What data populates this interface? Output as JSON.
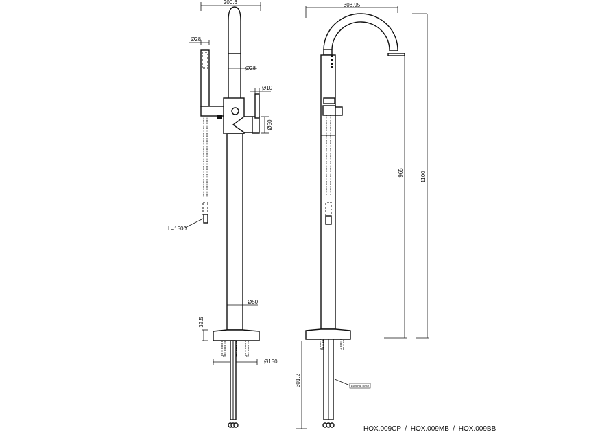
{
  "drawing": {
    "left_view": {
      "width_dim": "200.6",
      "handshower_dia": "Ø28",
      "spout_dia": "Ø28",
      "lever_dia": "Ø10",
      "lever_height": "Ø50",
      "hose_length": "L=1500",
      "column_dia": "Ø50",
      "base_height": "32.5",
      "base_dia": "Ø150"
    },
    "right_view": {
      "reach_dim": "308.95",
      "spout_height": "965",
      "total_height": "1100",
      "below_floor": "301.2",
      "hose_callout": "Flexible hose"
    },
    "product_codes": "HOX.009CP  /  HOX.009MB  /  HOX.009BB"
  }
}
